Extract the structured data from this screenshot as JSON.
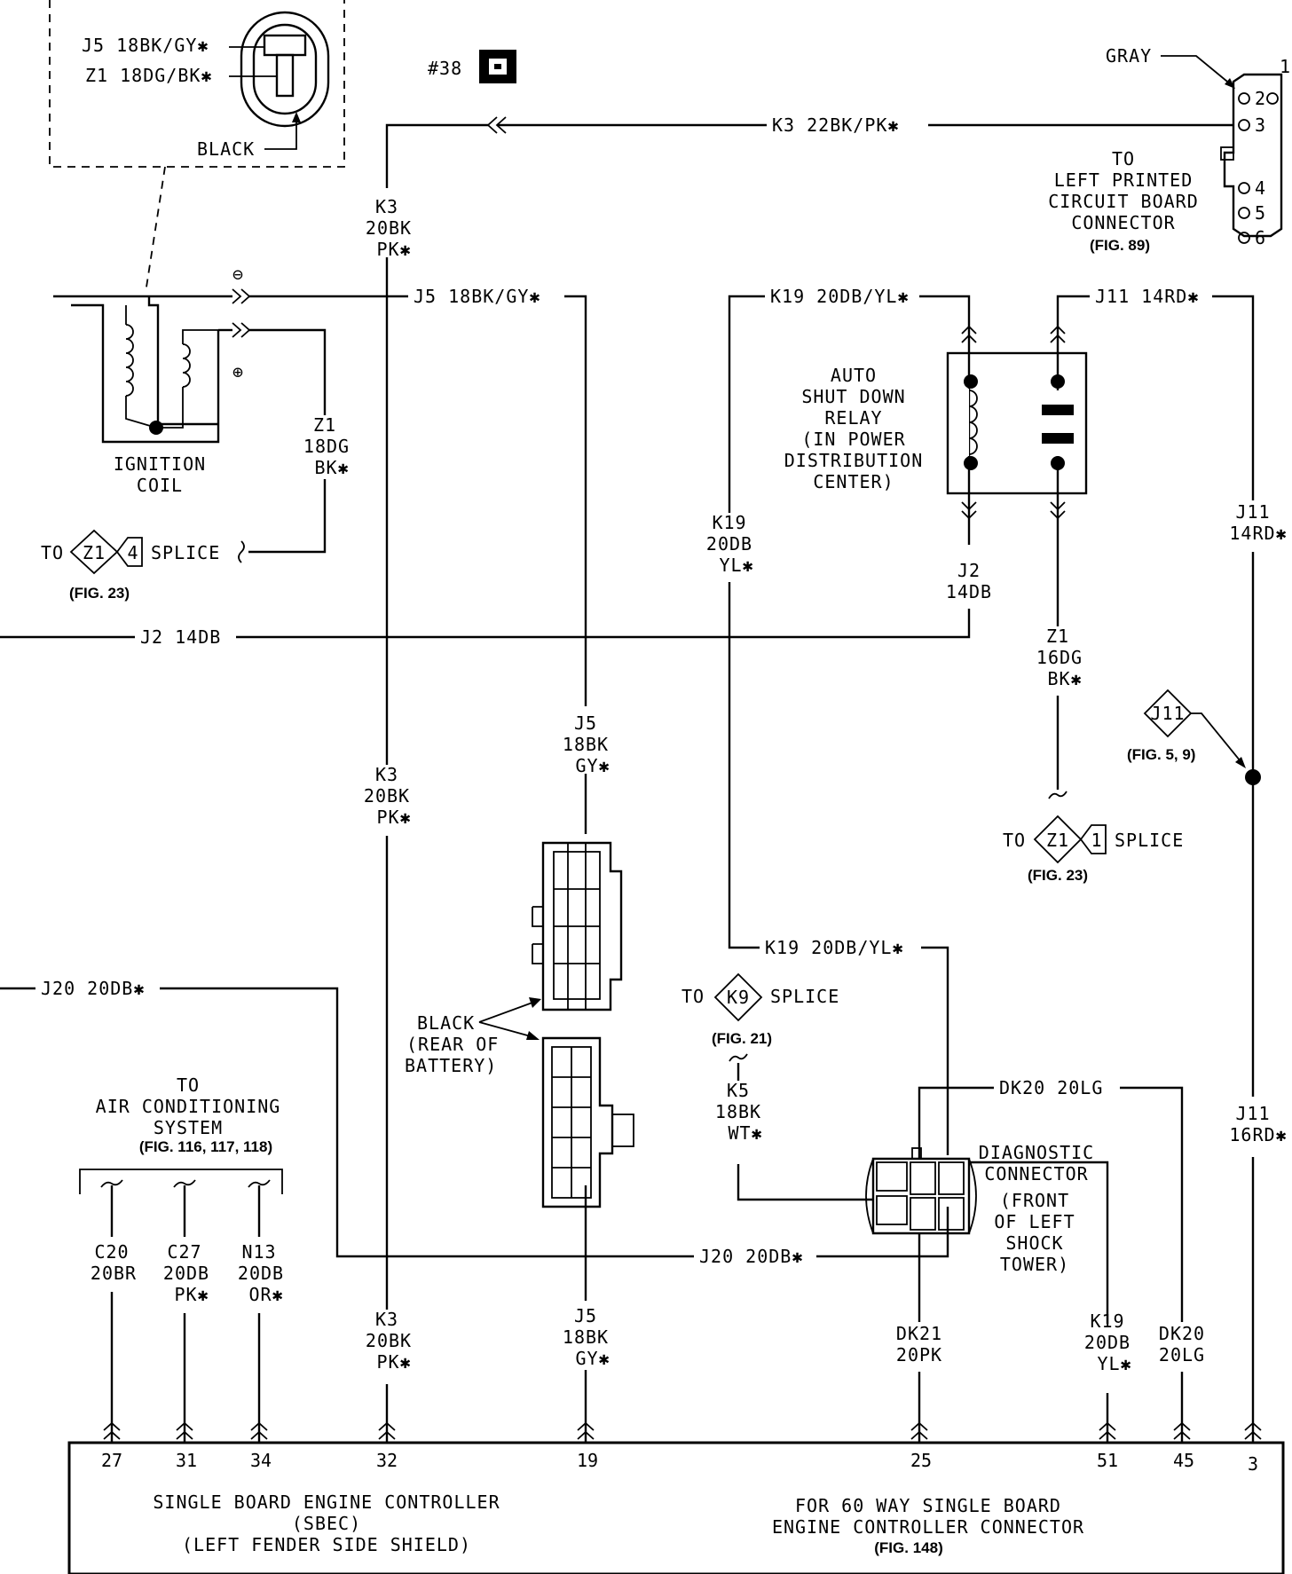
{
  "inset": {
    "wire1": "J5 18BK/GY✱",
    "wire2": "Z1 18DG/BK✱",
    "color": "BLACK"
  },
  "ground_ref": "#38",
  "gray_conn": {
    "color": "GRAY",
    "pin1": "1",
    "pins": [
      "2",
      "3",
      "4",
      "5",
      "6"
    ],
    "dest": [
      "TO",
      "LEFT PRINTED",
      "CIRCUIT BOARD",
      "CONNECTOR"
    ],
    "fig": "(FIG. 89)"
  },
  "wires": {
    "k3_top": "K3 22BK/PK✱",
    "k3_upper": [
      "K3",
      "20BK",
      "PK✱"
    ],
    "k3_mid": [
      "K3",
      "20BK",
      "PK✱"
    ],
    "k3_low": [
      "K3",
      "20BK",
      "PK✱"
    ],
    "j5_h": "J5 18BK/GY✱",
    "j5_mid": [
      "J5",
      "18BK",
      "GY✱"
    ],
    "j5_low": [
      "J5",
      "18BK",
      "GY✱"
    ],
    "z1_coil": [
      "Z1",
      "18DG",
      "BK✱"
    ],
    "k19_top": "K19 20DB/YL✱",
    "k19_vert": [
      "K19",
      "20DB",
      "YL✱"
    ],
    "k19_h2": "K19 20DB/YL✱",
    "k19_low": [
      "K19",
      "20DB",
      "YL✱"
    ],
    "j11_top": "J11 14RD✱",
    "j11_mid": [
      "J11",
      "14RD✱"
    ],
    "j11_low": [
      "J11",
      "16RD✱"
    ],
    "j2_h": "J2 14DB",
    "j2_v": [
      "J2",
      "14DB"
    ],
    "z1_relay": [
      "Z1",
      "16DG",
      "BK✱"
    ],
    "j20_top": "J20 20DB✱",
    "j20_bot": "J20 20DB✱",
    "dk20_h": "DK20 20LG",
    "dk20_v": [
      "DK20",
      "20LG"
    ],
    "dk21": [
      "DK21",
      "20PK"
    ],
    "k5": [
      "K5",
      "18BK",
      "WT✱"
    ],
    "c20": [
      "C20",
      "20BR"
    ],
    "c27": [
      "C27",
      "20DB",
      "PK✱"
    ],
    "n13": [
      "N13",
      "20DB",
      "OR✱"
    ]
  },
  "coil": {
    "label": [
      "IGNITION",
      "COIL"
    ],
    "minus": "⊖",
    "plus": "⊕"
  },
  "splice_z1_4": {
    "to": "TO",
    "id": "Z1",
    "num": "4",
    "label": "SPLICE",
    "fig": "(FIG. 23)"
  },
  "splice_z1_1": {
    "to": "TO",
    "id": "Z1",
    "num": "1",
    "label": "SPLICE",
    "fig": "(FIG. 23)"
  },
  "splice_k9": {
    "to": "TO",
    "id": "K9",
    "label": "SPLICE",
    "fig": "(FIG. 21)"
  },
  "j11_ref": {
    "id": "J11",
    "fig": "(FIG. 5, 9)"
  },
  "relay_label": [
    "AUTO",
    "SHUT DOWN",
    "RELAY",
    "(IN POWER",
    "DISTRIBUTION",
    "CENTER)"
  ],
  "battery_label": [
    "BLACK",
    "(REAR OF",
    "BATTERY)"
  ],
  "diag_label": [
    "DIAGNOSTIC",
    "CONNECTOR",
    "(FRONT",
    "OF LEFT",
    "SHOCK",
    "TOWER)"
  ],
  "ac_label": {
    "lines": [
      "TO",
      "AIR CONDITIONING",
      "SYSTEM"
    ],
    "fig": "(FIG. 116, 117, 118)"
  },
  "sbec": {
    "pins": [
      "27",
      "31",
      "34",
      "32",
      "19",
      "25",
      "51",
      "45",
      "3"
    ],
    "left": [
      "SINGLE BOARD ENGINE CONTROLLER",
      "(SBEC)",
      "(LEFT FENDER SIDE SHIELD)"
    ],
    "right": [
      "FOR 60 WAY SINGLE BOARD",
      "ENGINE CONTROLLER CONNECTOR"
    ],
    "fig": "(FIG. 148)"
  }
}
